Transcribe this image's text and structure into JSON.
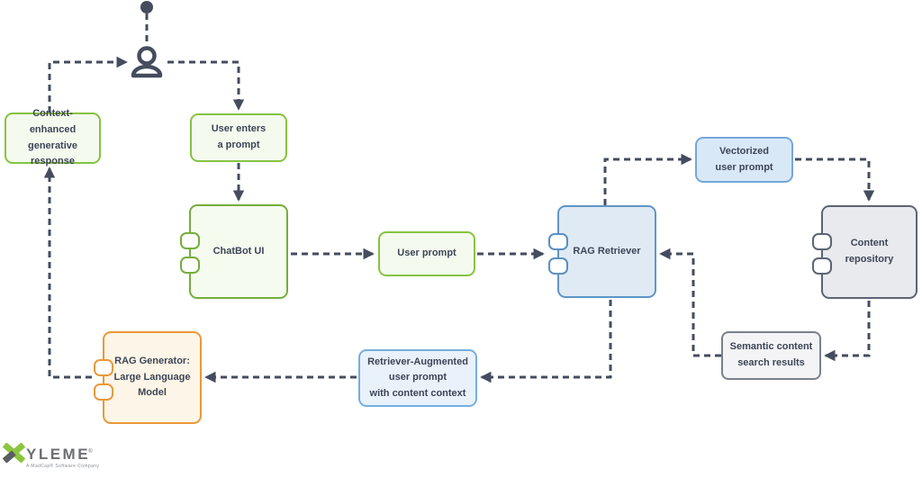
{
  "palette": {
    "line": "#454c5f",
    "green_border": "#86c341",
    "green_fill": "#f5faee",
    "blue_border": "#6096c6",
    "blue_fill": "#dfeaf5",
    "gray_border": "#5d6474",
    "gray_fill": "#e9eaee",
    "orange_border": "#e8993a",
    "orange_fill": "#fdf5e7",
    "logo_green": "#8cc63f",
    "logo_gray": "#6d6e71"
  },
  "nodes": {
    "context_response": {
      "label": "Context-enhanced\ngenerative response"
    },
    "user_enters_prompt": {
      "label": "User enters\na prompt"
    },
    "chatbot_ui": {
      "label": "ChatBot UI"
    },
    "user_prompt": {
      "label": "User prompt"
    },
    "rag_retriever": {
      "label": "RAG Retriever"
    },
    "vectorized_user_prompt": {
      "label": "Vectorized\nuser prompt"
    },
    "content_repository": {
      "label": "Content\nrepository"
    },
    "semantic_results": {
      "label": "Semantic content\nsearch results"
    },
    "retriever_augmented_prompt": {
      "label": "Retriever-Augmented\nuser prompt\nwith content context"
    },
    "rag_generator": {
      "label": "RAG Generator:\nLarge Language\nModel"
    }
  },
  "logo": {
    "brand": "XYLEME",
    "brand_rest": "YLEME",
    "registered_mark": "®",
    "tagline": "A MadCap® Software Company"
  }
}
